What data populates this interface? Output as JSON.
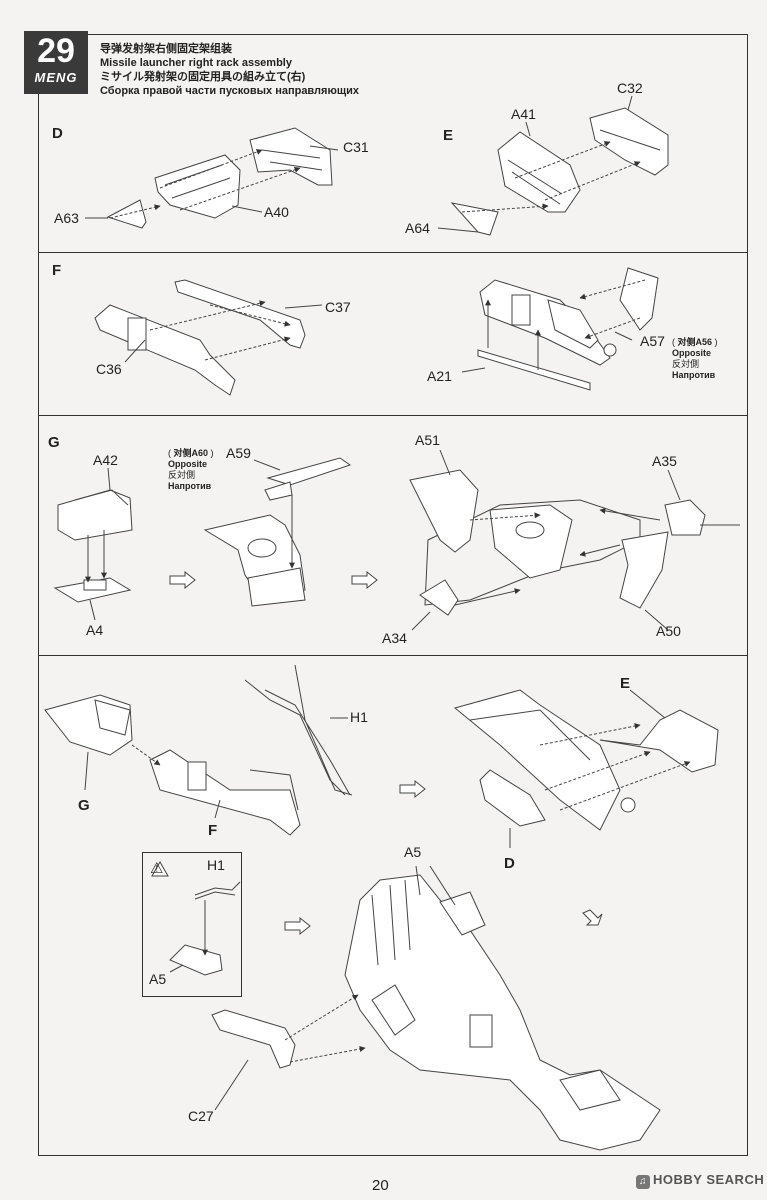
{
  "step": {
    "number": "29",
    "brand": "MENG"
  },
  "titles": {
    "chinese": "导弹发射架右侧固定架组装",
    "english": "Missile launcher right rack assembly",
    "japanese": "ミサイル発射架の固定用具の組み立て(右)",
    "russian": "Сборка правой части пусковых направляющих"
  },
  "sections": {
    "d": "D",
    "e": "E",
    "f": "F",
    "g": "G",
    "final_g": "G",
    "final_f": "F",
    "final_e": "E",
    "final_d": "D"
  },
  "parts": {
    "c31": "C31",
    "a40": "A40",
    "a63": "A63",
    "a41": "A41",
    "c32": "C32",
    "a64": "A64",
    "c37": "C37",
    "c36": "C36",
    "a21": "A21",
    "a57": "A57",
    "a42": "A42",
    "a4": "A4",
    "a59": "A59",
    "a51": "A51",
    "a35": "A35",
    "a34": "A34",
    "a50": "A50",
    "h1": "H1",
    "h1_caution": "H1",
    "a5_caution": "A5",
    "a5": "A5",
    "c27": "C27"
  },
  "notes": {
    "a57": {
      "paren_open": "(",
      "ref": "对侧A56",
      "paren_close": ")",
      "en": "Opposite",
      "jp": "反対側",
      "ru": "Напротив"
    },
    "a59": {
      "paren_open": "(",
      "ref": "对侧A60",
      "paren_close": ")",
      "en": "Opposite",
      "jp": "反対側",
      "ru": "Напротив"
    }
  },
  "caution_icon": "warning-triangle-icon",
  "page_number": "20",
  "watermark": {
    "icon": "hobby-search-logo-icon",
    "text": "HOBBY SEARCH"
  },
  "colors": {
    "ink": "#222222",
    "badge": "#3a3a3a",
    "paper": "#f4f3f1"
  }
}
